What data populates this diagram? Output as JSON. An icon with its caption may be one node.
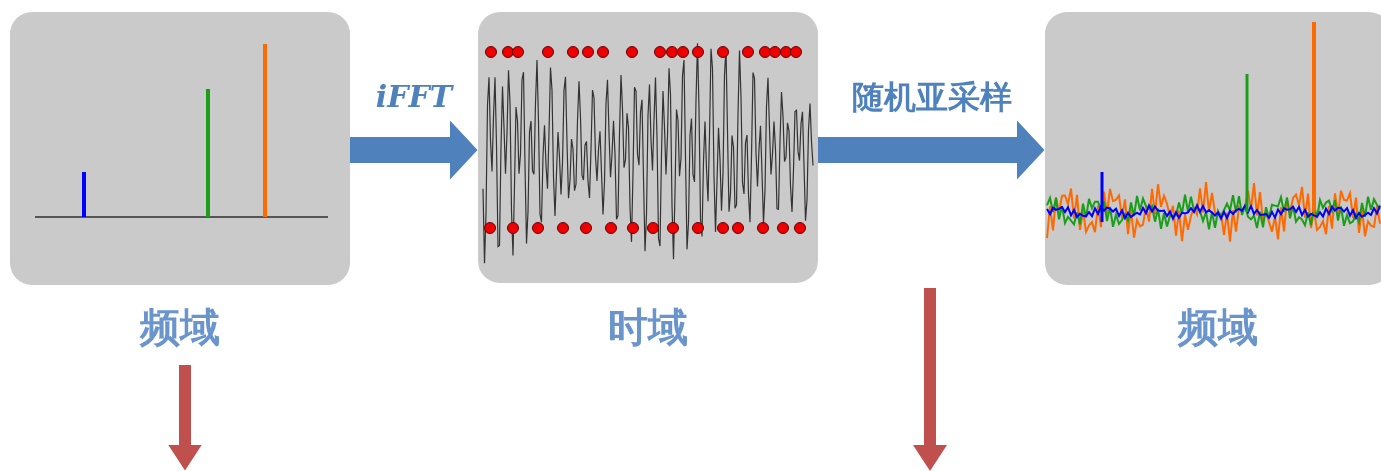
{
  "diagram": {
    "nodes": [
      {
        "text": [
          "频域"
        ]
      },
      {
        "text": [
          "时域"
        ]
      },
      {
        "text": [
          "频域"
        ]
      }
    ],
    "edges": [
      {
        "from": 0,
        "to": 1,
        "arrow": "to",
        "label": "iFFT"
      },
      {
        "from": 1,
        "to": 2,
        "arrow": "to",
        "label": "随机亚采样"
      },
      {
        "from": 0,
        "to": null,
        "arrow": "to",
        "color": "#c0504d"
      }
    ]
  }
}
